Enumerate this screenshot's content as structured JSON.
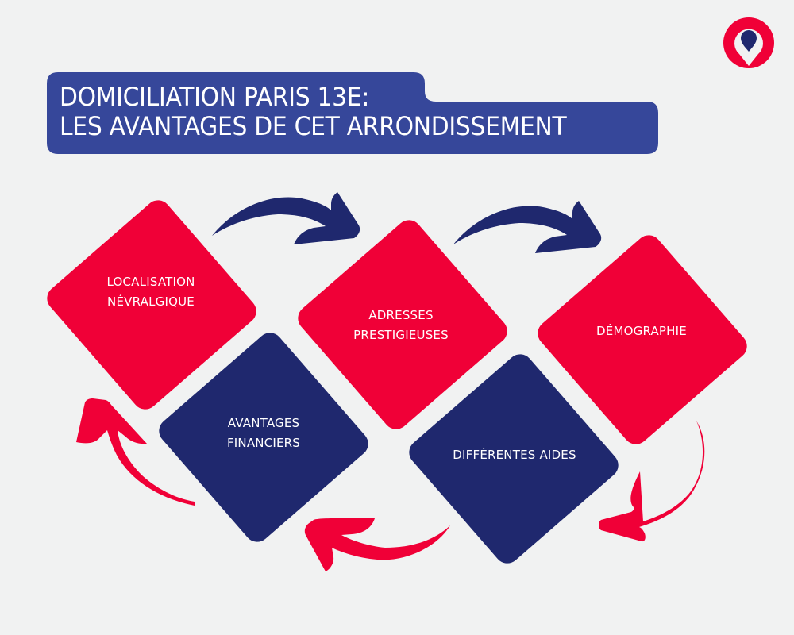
{
  "title": {
    "line1": "DOMICILIATION PARIS 13E:",
    "line2": "LES AVANTAGES DE CET ARRONDISSEMENT"
  },
  "colors": {
    "background": "#f1f2f2",
    "title_box": "#36479a",
    "red": "#f00037",
    "navy": "#1f286e",
    "text": "#ffffff"
  },
  "logo": {
    "icon": "location-pin-icon"
  },
  "steps": [
    {
      "label_line1": "LOCALISATION",
      "label_line2": "NÉVRALGIQUE",
      "color": "red"
    },
    {
      "label_line1": "ADRESSES",
      "label_line2": "PRESTIGIEUSES",
      "color": "red"
    },
    {
      "label_line1": "DÉMOGRAPHIE",
      "label_line2": "",
      "color": "red"
    },
    {
      "label_line1": "DIFFÉRENTES AIDES",
      "label_line2": "",
      "color": "navy"
    },
    {
      "label_line1": "AVANTAGES",
      "label_line2": "FINANCIERS",
      "color": "navy"
    }
  ],
  "arrows": [
    {
      "from": "LOCALISATION NÉVRALGIQUE",
      "to": "ADRESSES PRESTIGIEUSES",
      "color": "navy"
    },
    {
      "from": "ADRESSES PRESTIGIEUSES",
      "to": "DÉMOGRAPHIE",
      "color": "navy"
    },
    {
      "from": "DÉMOGRAPHIE",
      "to": "DIFFÉRENTES AIDES",
      "color": "red"
    },
    {
      "from": "DIFFÉRENTES AIDES",
      "to": "AVANTAGES FINANCIERS",
      "color": "red"
    },
    {
      "from": "AVANTAGES FINANCIERS",
      "to": "LOCALISATION NÉVRALGIQUE",
      "color": "red"
    }
  ]
}
